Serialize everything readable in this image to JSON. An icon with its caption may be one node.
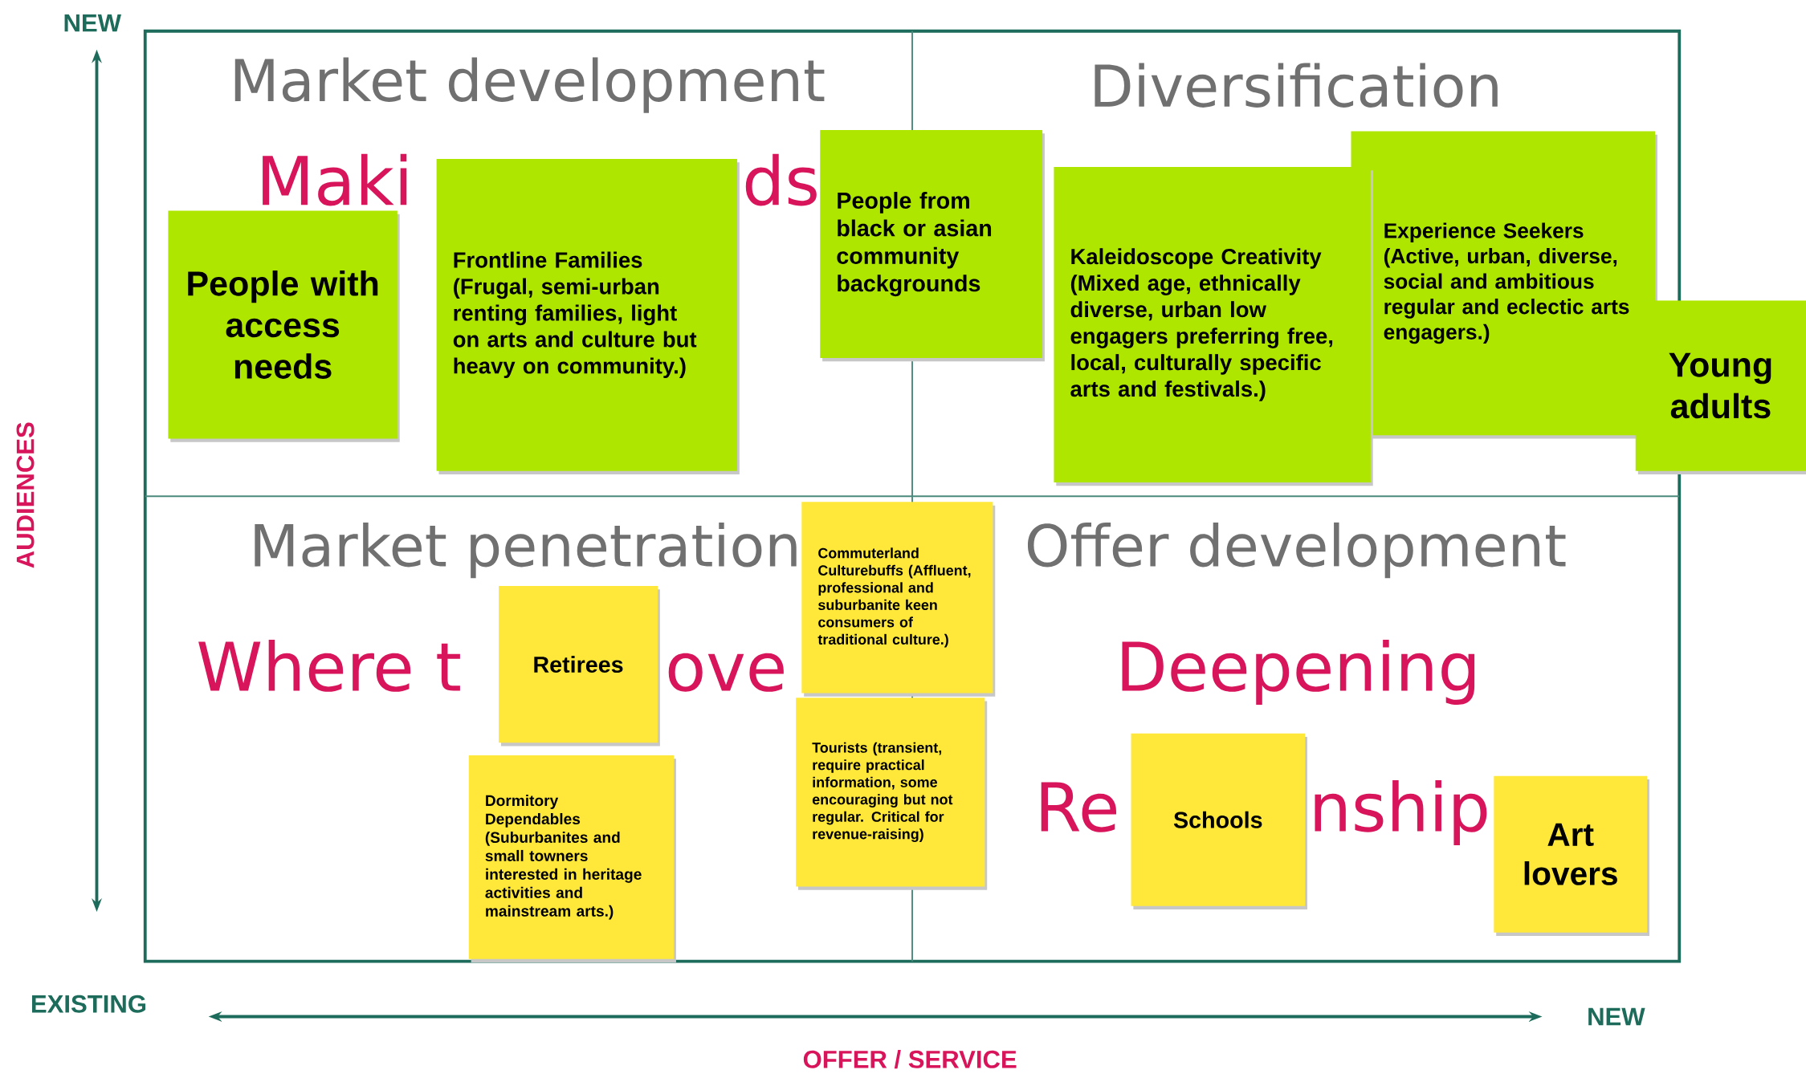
{
  "diagram": {
    "nodes": [
      {
        "text": [
          "People with access needs"
        ]
      },
      {
        "text": [
          "Frontline Families (Frugal, semi-urban renting families, light on arts and culture but heavy on community.)"
        ]
      },
      {
        "text": [
          "People from black or asian community backgrounds"
        ]
      },
      {
        "text": [
          "Experience Seekers (Active, urban, diverse, social and ambitious regular and eclectic arts engagers.)"
        ]
      },
      {
        "text": [
          "Kaleidoscope Creativity (Mixed age, ethnically diverse, urban low engagers preferring free, local, culturally specific arts and festivals.)"
        ]
      },
      {
        "text": [
          "Young adults"
        ]
      },
      {
        "text": [
          "Commuterland Culturebuffs (Affluent, professional and suburbanite keen consumers of traditional culture.)"
        ]
      },
      {
        "text": [
          "Retirees"
        ]
      },
      {
        "text": [
          "Tourists (transient, require practical information, some encouraging but not regular. Critical for revenue-raising)"
        ]
      },
      {
        "text": [
          "Dormitory Dependables (Suburbanites and small towners interested in heritage activities and mainstream arts.)"
        ]
      },
      {
        "text": [
          "Schools"
        ]
      },
      {
        "text": [
          "Art lovers"
        ]
      }
    ],
    "labels": [
      "NEW",
      "Market development",
      "Diversification",
      "Maki",
      "ds",
      "AUDIENCES",
      "Market penetration",
      "Offer development",
      "Where t",
      "ove",
      "Deepening",
      "Re",
      "nship",
      "EXISTING",
      "NEW",
      "OFFER / SERVICE"
    ]
  }
}
